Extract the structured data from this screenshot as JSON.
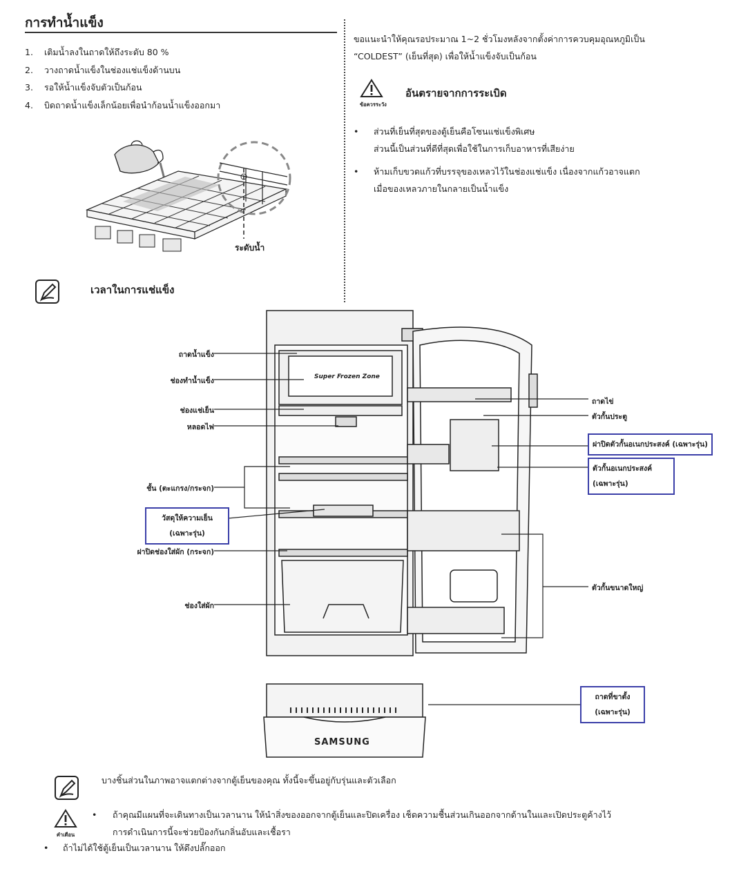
{
  "section": {
    "title": "การทำน้ำแข็ง"
  },
  "steps": [
    {
      "num": "1.",
      "text": "เติมน้ำลงในถาดให้ถึงระดับ 80 %"
    },
    {
      "num": "2.",
      "text": "วางถาดน้ำแข็งในช่องแช่แข็งด้านบน"
    },
    {
      "num": "3.",
      "text": "รอให้น้ำแข็งจับตัวเป็นก้อน"
    },
    {
      "num": "4.",
      "text": "บิดถาดน้ำแข็งเล็กน้อยเพื่อนำก้อนน้ำแข็งออกมา"
    }
  ],
  "ice_figure": {
    "water_level_label": "ระดับน้ำ"
  },
  "note": {
    "title": "เวลาในการแช่แข็ง"
  },
  "tip": {
    "line1": "ขอแนะนำให้คุณรอประมาณ 1~2 ชั่วโมงหลังจากตั้งค่าการควบคุมอุณหภูมิเป็น",
    "line2": "“COLDEST” (เย็นที่สุด) เพื่อให้น้ำแข็งจับเป็นก้อน"
  },
  "warning": {
    "icon_label": "ข้อควรระวัง",
    "title": "อันตรายจากการระเบิด",
    "bullet": "•",
    "items": [
      {
        "line1": "ส่วนที่เย็นที่สุดของตู้เย็นคือโซนแช่แข็งพิเศษ",
        "line2": "ส่วนนี้เป็นส่วนที่ดีที่สุดเพื่อใช้ในการเก็บอาหารที่เสียง่าย"
      },
      {
        "line1": "ห้ามเก็บขวดแก้วที่บรรจุของเหลวไว้ในช่องแช่แข็ง เนื่องจากแก้วอาจแตก",
        "line2": "เมื่อของเหลวภายในกลายเป็นน้ำแข็ง"
      }
    ]
  },
  "diagram": {
    "left_labels": {
      "ice_tray": "ถาดน้ำแข็ง",
      "ice_maker": "ช่องทำน้ำแข็ง",
      "chiller": "ช่องแช่เย็น",
      "lamp": "หลอดไฟ",
      "shelves": "ชั้น (ตะแกรง/กระจก)",
      "cooling_pack_1": "วัสดุให้ความเย็น",
      "cooling_pack_2": "(เฉพาะรุ่น)",
      "crisper_cover": "ฝาปิดช่องใส่ผัก (กระจก)",
      "crisper": "ช่องใส่ผัก"
    },
    "right_labels": {
      "egg_tray": "ถาดไข่",
      "door_guard": "ตัวกั้นประตู",
      "multi_cover": "ฝาปิดตัวกั้นอเนกประสงค์ (เฉพาะรุ่น)",
      "multi_guard_1": "ตัวกั้นอเนกประสงค์",
      "multi_guard_2": "(เฉพาะรุ่น)",
      "large_guard": "ตัวกั้นขนาดใหญ่",
      "stand_tray_1": "ถาดที่ขาตั้ง",
      "stand_tray_2": "(เฉพาะรุ่น)"
    },
    "fridge_text": {
      "freezer_badge": "Super Frozen Zone",
      "brand": "SAMSUNG"
    }
  },
  "footer": {
    "note_text": "บางชิ้นส่วนในภาพอาจแตกต่างจากตู้เย็นของคุณ ทั้งนี้จะขึ้นอยู่กับรุ่นและตัวเลือก",
    "caution_icon_label": "คำเตือน",
    "bullet": "•",
    "caution_line1": "ถ้าคุณมีแผนที่จะเดินทางเป็นเวลานาน ให้นำสิ่งของออกจากตู้เย็นและปิดเครื่อง เช็ดความชื้นส่วนเกินออกจากด้านในและเปิดประตูค้างไว้",
    "caution_line2": "การดำเนินการนี้จะช่วยป้องกันกลิ่นอับและเชื้อรา",
    "last_line": "ถ้าไม่ได้ใช้ตู้เย็นเป็นเวลานาน ให้ดึงปลั๊กออก"
  }
}
